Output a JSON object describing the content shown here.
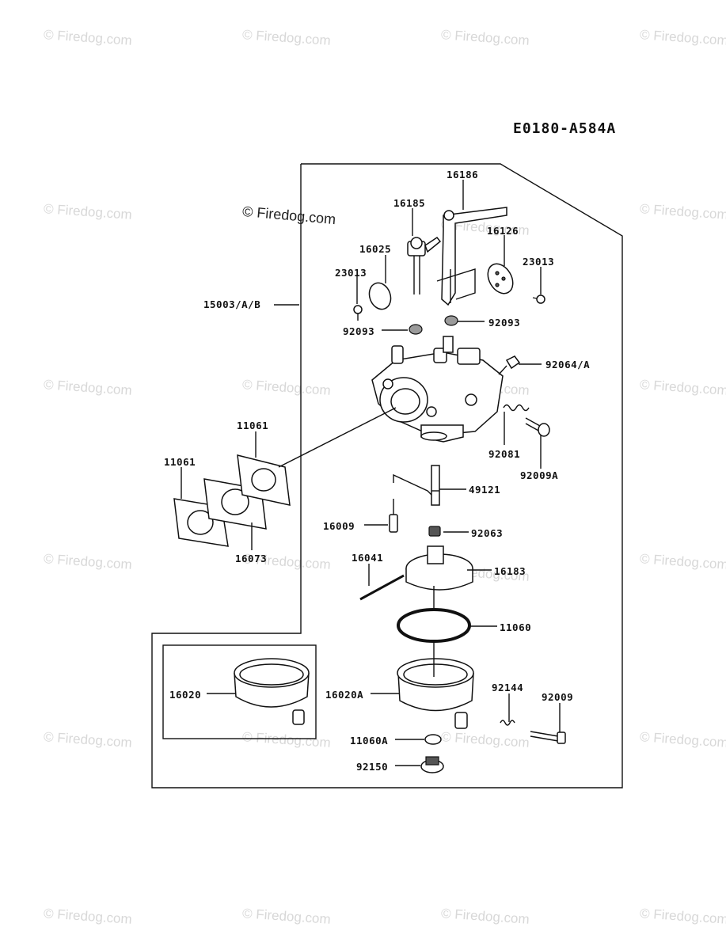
{
  "diagram_code": "E0180-A584A",
  "watermark": "© Firedog.com",
  "callouts": {
    "c16186": "16186",
    "c16185": "16185",
    "c16025": "16025",
    "c16126": "16126",
    "c23013a": "23013",
    "c23013b": "23013",
    "c15003": "15003/A/B",
    "c92093a": "92093",
    "c92093b": "92093",
    "c92064": "92064/A",
    "c11061a": "11061",
    "c11061b": "11061",
    "c92081": "92081",
    "c92009a": "92009A",
    "c49121": "49121",
    "c16073": "16073",
    "c16009": "16009",
    "c92063": "92063",
    "c16041": "16041",
    "c16183": "16183",
    "c11060": "11060",
    "c16020": "16020",
    "c16020a": "16020A",
    "c92144": "92144",
    "c92009": "92009",
    "c11060a": "11060A",
    "c92150": "92150"
  }
}
